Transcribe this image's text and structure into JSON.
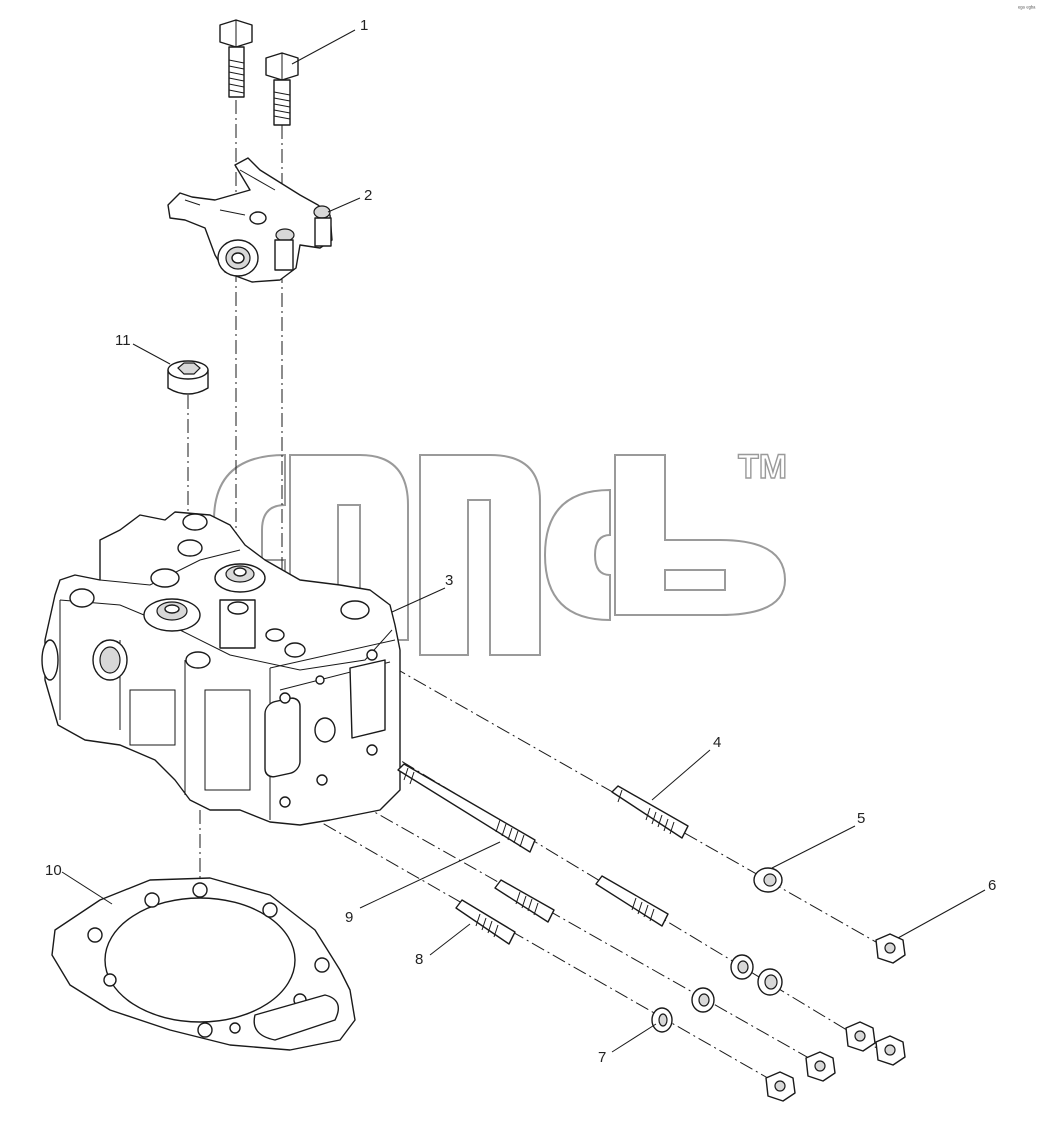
{
  "watermark": {
    "mark": "TM"
  },
  "corner_code": "ᵉᵍᵃ ᵉᵍᵇᵃ",
  "callouts": [
    {
      "id": "1",
      "label": "1"
    },
    {
      "id": "2",
      "label": "2"
    },
    {
      "id": "3",
      "label": "3"
    },
    {
      "id": "4",
      "label": "4"
    },
    {
      "id": "5",
      "label": "5"
    },
    {
      "id": "6",
      "label": "6"
    },
    {
      "id": "7",
      "label": "7"
    },
    {
      "id": "8",
      "label": "8"
    },
    {
      "id": "9",
      "label": "9"
    },
    {
      "id": "10",
      "label": "10"
    },
    {
      "id": "11",
      "label": "11"
    }
  ]
}
